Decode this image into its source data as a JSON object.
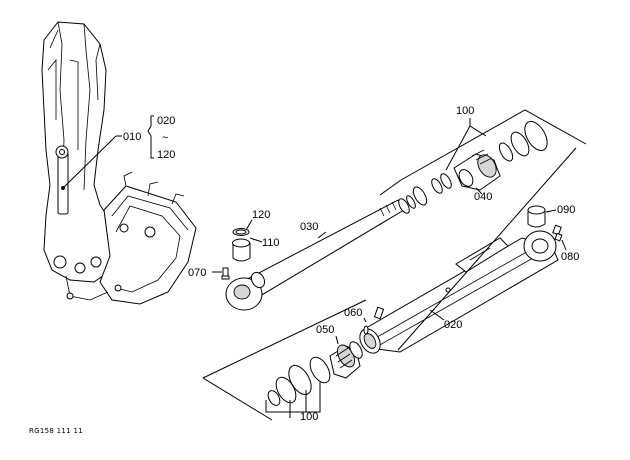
{
  "callouts": {
    "c010": "010",
    "c020_range_start": "020",
    "c020_range_sep": "~",
    "c020_range_end": "120",
    "c100_top": "100",
    "c040": "040",
    "c120": "120",
    "c030": "030",
    "c110": "110",
    "c070": "070",
    "c090": "090",
    "c080": "080",
    "c060": "060",
    "c050": "050",
    "c020": "020",
    "c100_bottom": "100"
  },
  "caption": "RG158 111 11",
  "icons": {
    "machine": "excavator-arm-icon",
    "rod": "piston-rod-icon",
    "tube": "cylinder-tube-icon"
  }
}
